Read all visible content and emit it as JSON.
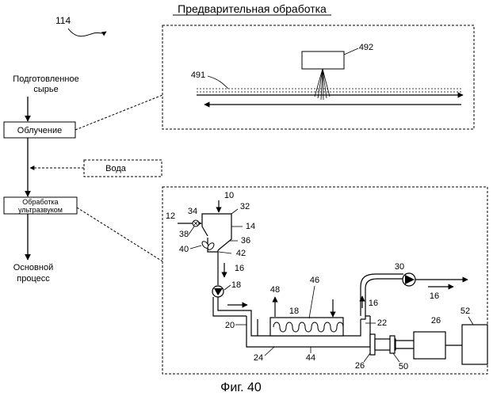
{
  "title": "Предварительная обработка",
  "figure_ref": "114",
  "caption": "Фиг. 40",
  "flow": {
    "input_label": [
      "Подготовленное",
      "сырье"
    ],
    "step1": "Облучение",
    "water": "Вода",
    "step2": [
      "Обработка",
      "ультразвуком"
    ],
    "output_label": [
      "Основной",
      "процесс"
    ]
  },
  "irradiation_detail": {
    "source_ref": "492",
    "conveyor_ref": "491"
  },
  "sonication_detail": {
    "refs": {
      "hopper": "10",
      "inlet": "12",
      "hopper_upper": "32",
      "valve": "34",
      "valve_lower": "38",
      "hopper_body": "14",
      "hopper_wall": "36",
      "auger": "40",
      "outlet": "42",
      "flow_down": "16",
      "pump_left": "18",
      "pump_right": "30",
      "flow_right": "16",
      "flow_up": "16",
      "exhaust": "48",
      "coil_label": "46",
      "coil": "18",
      "inlet_pipe": "20",
      "outlet_pipe": "22",
      "vessel": "24",
      "trough": "44",
      "transducer_left": "26",
      "booster": "50",
      "transducer_right": "26",
      "generator": "52"
    }
  }
}
